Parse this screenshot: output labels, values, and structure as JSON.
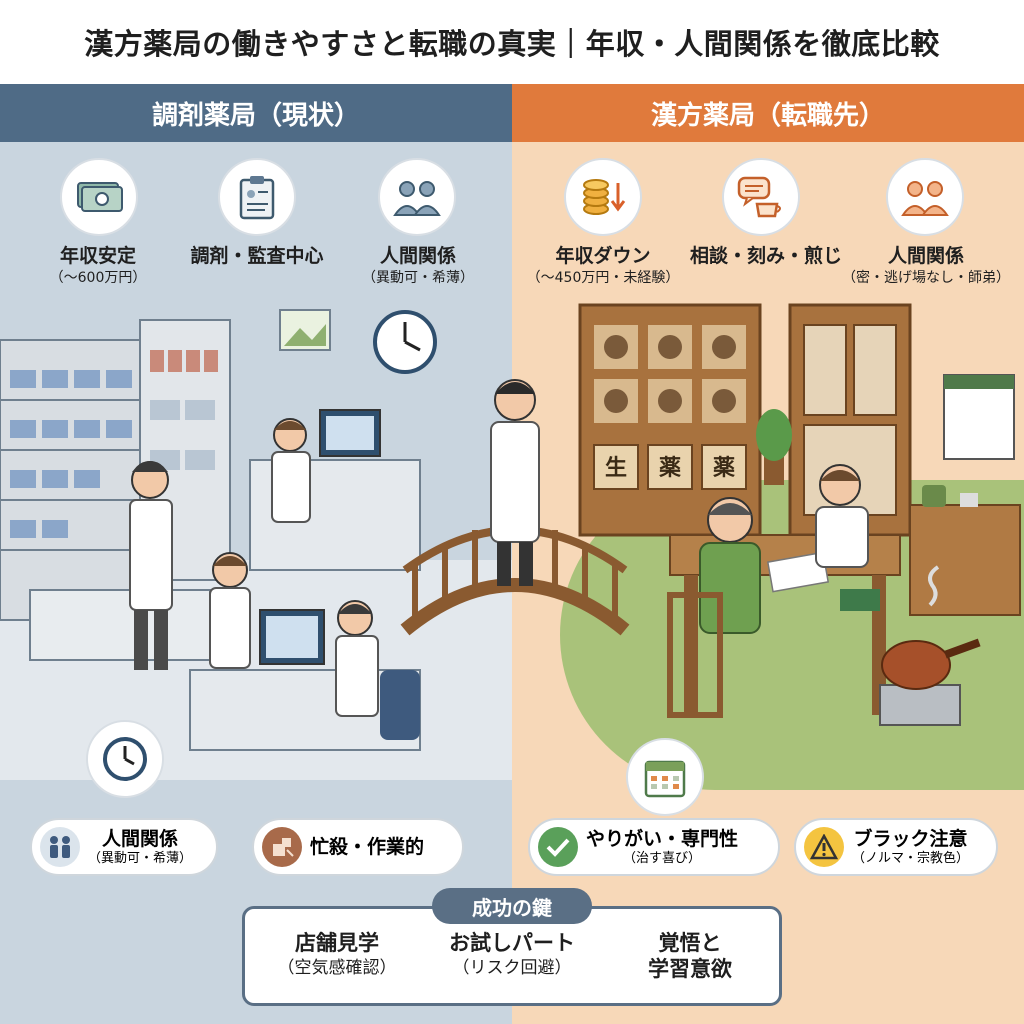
{
  "title": "漢方薬局の働きやすさと転職の真実｜年収・人間関係を徹底比較",
  "left": {
    "header": "調剤薬局（現状）",
    "top_items": [
      {
        "icon": "money-icon",
        "main": "年収安定",
        "sub": "（〜600万円）"
      },
      {
        "icon": "clipboard-icon",
        "main": "調剤・監査中心",
        "sub": ""
      },
      {
        "icon": "people-icon",
        "main": "人間関係",
        "sub": "（異動可・希薄）"
      }
    ],
    "bottom_items": [
      {
        "icon": "people-small-icon",
        "main": "人間関係",
        "sub": "（異動可・希薄）"
      },
      {
        "icon": "busy-icon",
        "main": "忙殺・作業的",
        "sub": ""
      }
    ]
  },
  "right": {
    "header": "漢方薬局（転職先）",
    "top_items": [
      {
        "icon": "coins-down-icon",
        "main": "年収ダウン",
        "sub": "（〜450万円・未経験）"
      },
      {
        "icon": "consult-tea-icon",
        "main": "相談・刻み・煎じ",
        "sub": ""
      },
      {
        "icon": "mentor-icon",
        "main": "人間関係",
        "sub": "（密・逃げ場なし・師弟）"
      }
    ],
    "bottom_items": [
      {
        "icon": "check-icon",
        "main": "やりがい・専門性",
        "sub": "（治す喜び）"
      },
      {
        "icon": "warning-icon",
        "main": "ブラック注意",
        "sub": "（ノルマ・宗教色）"
      }
    ],
    "cabinet_labels": [
      "生",
      "薬",
      "薬"
    ]
  },
  "key": {
    "label": "成功の鍵",
    "items": [
      {
        "main": "店舗見学",
        "sub": "（空気感確認）"
      },
      {
        "main": "お試しパート",
        "sub": "（リスク回避）"
      },
      {
        "main": "覚悟と",
        "sub": "学習意欲"
      }
    ]
  },
  "colors": {
    "left_header": "#4f6b86",
    "right_header": "#e07a3c",
    "left_bg": "#c9d5df",
    "right_bg": "#f7d8b8",
    "key_border": "#5a6f85"
  }
}
